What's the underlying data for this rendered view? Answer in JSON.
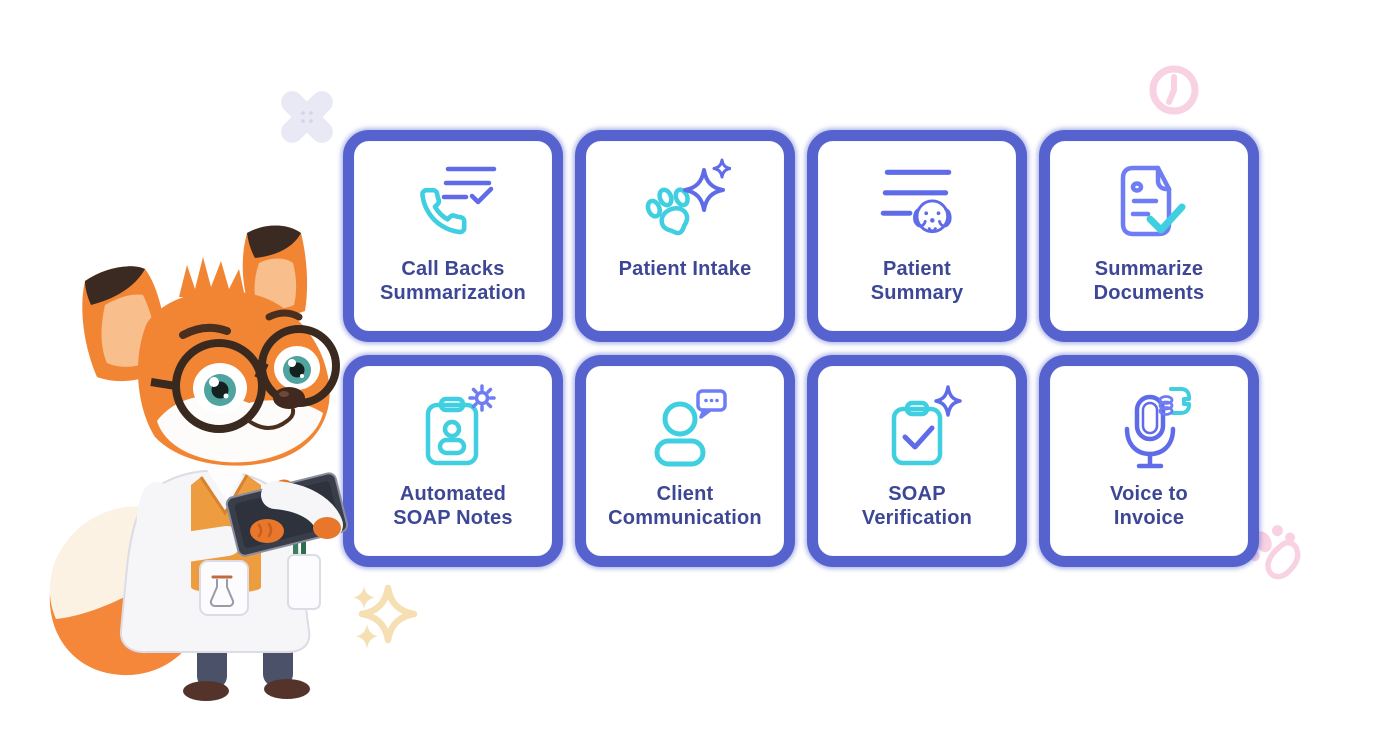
{
  "cards": [
    {
      "icon": "call-summary-icon",
      "line1": "Call Backs",
      "line2": "Summarization"
    },
    {
      "icon": "paw-sparkle-icon",
      "line1": "Patient Intake",
      "line2": ""
    },
    {
      "icon": "summary-lines-dog-icon",
      "line1": "Patient",
      "line2": "Summary"
    },
    {
      "icon": "document-check-icon",
      "line1": "Summarize",
      "line2": "Documents"
    },
    {
      "icon": "clipboard-gear-icon",
      "line1": "Automated",
      "line2": "SOAP Notes"
    },
    {
      "icon": "person-chat-icon",
      "line1": "Client",
      "line2": "Communication"
    },
    {
      "icon": "clipboard-check-sparkle-icon",
      "line1": "SOAP",
      "line2": "Verification"
    },
    {
      "icon": "microphone-invoice-icon",
      "line1": "Voice to",
      "line2": "Invoice"
    }
  ],
  "mascot": {
    "name": "fox-veterinarian-mascot"
  },
  "decorations": [
    "bandage-cross-icon",
    "clock-icon",
    "paw-print-icon",
    "sparkles-icon"
  ],
  "colors": {
    "card_border": "#5663cf",
    "card_text": "#3e4795",
    "icon_teal": "#3fcfe0",
    "icon_purple": "#5f6be8",
    "icon_light_purple": "#6f7df5",
    "deco_pink": "#f8d2e2",
    "deco_lavender": "#e9e9f6",
    "deco_cream": "#f6dfb2",
    "background": "#ffffff"
  }
}
